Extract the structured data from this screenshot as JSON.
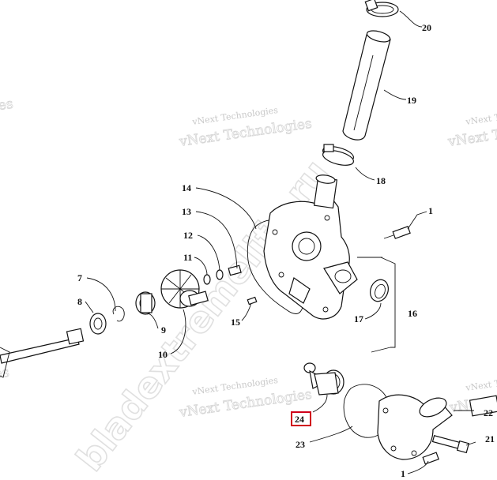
{
  "watermarks": {
    "company_name": "vNext Technologies",
    "diagonal_text": "bladextremelife.ru"
  },
  "callouts": [
    {
      "id": "c20",
      "label": "20"
    },
    {
      "id": "c19",
      "label": "19"
    },
    {
      "id": "c18",
      "label": "18"
    },
    {
      "id": "c14",
      "label": "14"
    },
    {
      "id": "c13",
      "label": "13"
    },
    {
      "id": "c12",
      "label": "12"
    },
    {
      "id": "c11",
      "label": "11"
    },
    {
      "id": "c1a",
      "label": "1"
    },
    {
      "id": "c7",
      "label": "7"
    },
    {
      "id": "c8",
      "label": "8"
    },
    {
      "id": "c9",
      "label": "9"
    },
    {
      "id": "c10",
      "label": "10"
    },
    {
      "id": "c15",
      "label": "15"
    },
    {
      "id": "c17",
      "label": "17"
    },
    {
      "id": "c16",
      "label": "16"
    },
    {
      "id": "c24",
      "label": "24",
      "highlighted": true
    },
    {
      "id": "c23",
      "label": "23"
    },
    {
      "id": "c22",
      "label": "22"
    },
    {
      "id": "c21",
      "label": "21"
    },
    {
      "id": "c1b",
      "label": "1"
    }
  ],
  "colors": {
    "highlight_box": "#d0021b",
    "line": "#111111",
    "watermark": "#cccccc"
  }
}
